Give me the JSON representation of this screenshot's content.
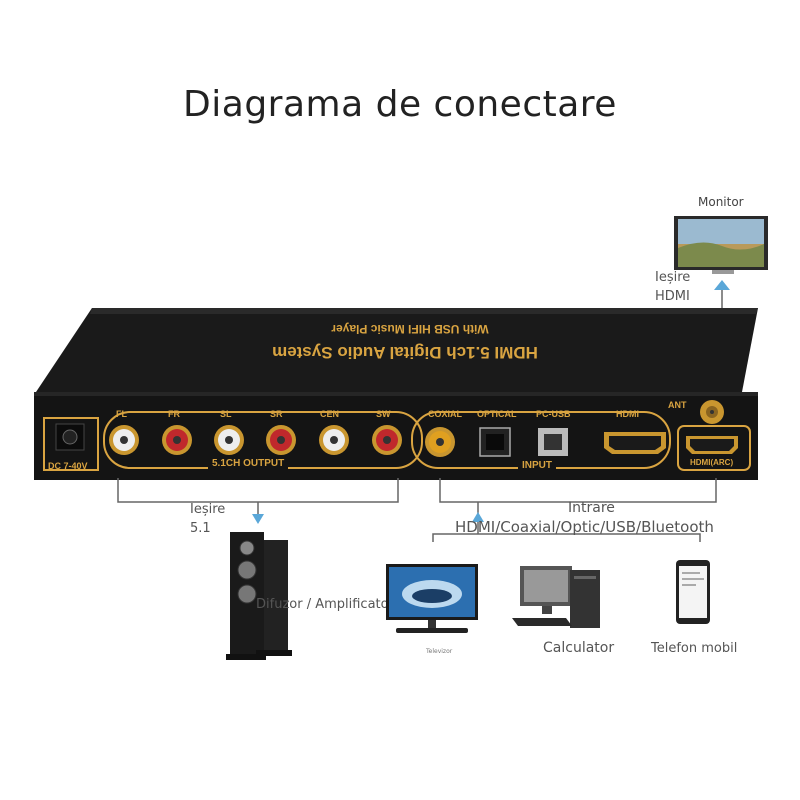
{
  "title": "Diagrama de conectare",
  "device": {
    "name_line1": "HDMI 5.1ch Digital Audio System",
    "name_line2": "With USB HIFI Music Player",
    "power_label": "DC 7-40V",
    "output_channels": [
      "FL",
      "FR",
      "SL",
      "SR",
      "CEN",
      "SW"
    ],
    "output_group_label": "5.1CH OUTPUT",
    "input_ports": [
      "COXIAL",
      "OPTICAL",
      "PC-USB",
      "HDMI"
    ],
    "input_group_label": "INPUT",
    "antenna_label": "ANT",
    "arc_label": "HDMI(ARC)"
  },
  "connections": {
    "monitor_label": "Monitor",
    "hdmi_out_line1": "Ieșire",
    "hdmi_out_line2": "HDMI",
    "out51_line1": "Ieșire",
    "out51_line2": "5.1",
    "input_line1": "Intrare",
    "input_line2": "HDMI/Coaxial/Optic/USB/Bluetooth"
  },
  "devices": {
    "speaker_label": "Difuzor / Amplificator",
    "tv_label": "Televizor",
    "computer_label": "Calculator",
    "phone_label": "Telefon mobil"
  },
  "colors": {
    "device_body": "#1b1b1b",
    "gold": "#d9a441",
    "arrow": "#5aa7d8",
    "line": "#666666"
  }
}
